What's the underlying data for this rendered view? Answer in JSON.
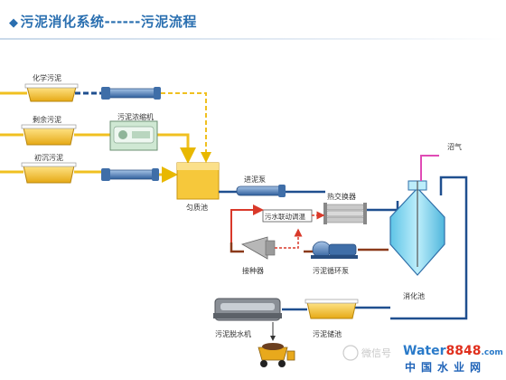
{
  "title": "污泥消化系统------污泥流程",
  "labels": {
    "chemical_sludge": "化学污泥",
    "excess_sludge": "剩余污泥",
    "primary_sludge": "初沉污泥",
    "thickener": "污泥浓缩机",
    "homogenizing_tank": "匀质池",
    "feed_pump": "进泥泵",
    "heat_exchanger": "热交换器",
    "water_sludge_control": "污水联动调温",
    "seeder": "接种器",
    "circulation_pump": "污泥循环泵",
    "biogas": "沼气",
    "digester": "消化池",
    "dewatering_machine": "污泥脱水机",
    "storage_tank": "污泥储池"
  },
  "watermark": {
    "wechat": "微信号",
    "brand_a": "Water",
    "brand_b": "8848",
    "brand_c": ".com",
    "sub": "中国水业网"
  },
  "colors": {
    "title": "#2a6fb0",
    "sludge_line": "#f0c020",
    "digest_line": "#1f4f8f",
    "recirc_line": "#8b3a1a",
    "hot_line": "#d9392a",
    "gas_line": "#e04bb5",
    "tank_fill": "#f3c53a",
    "digester_fill": "#8fd8ef"
  }
}
